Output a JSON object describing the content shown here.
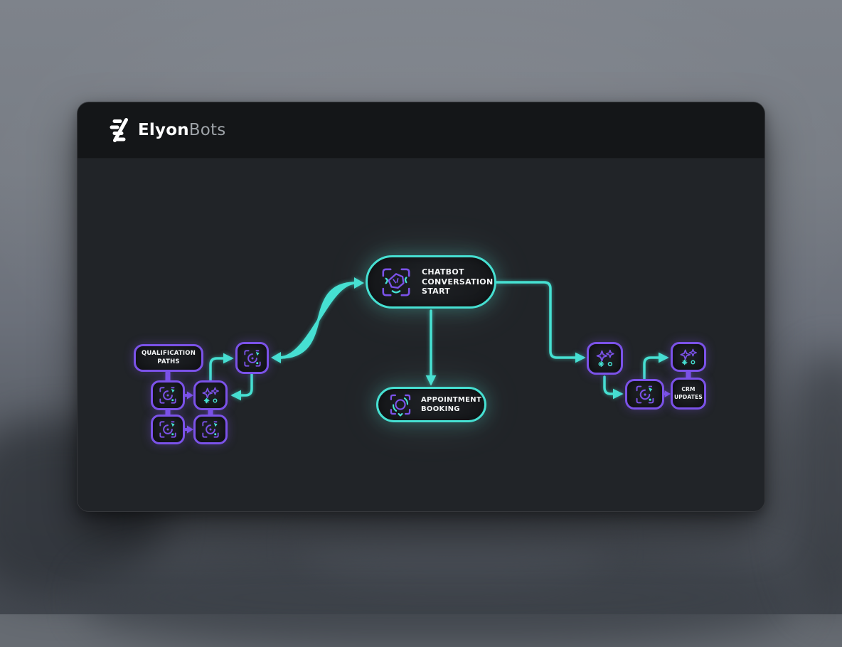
{
  "brand": {
    "logo_icon": "elyonbots-logo",
    "name_primary": "Elyon",
    "name_secondary": "Bots"
  },
  "colors": {
    "accent_cyan": "#46E0D2",
    "accent_purple": "#7B52E8",
    "card_bg": "#212428",
    "header_bg": "#141618",
    "node_bg": "#17191c",
    "text_color": "#F2F4F5",
    "brand_muted": "#9EA3A8"
  },
  "diagram": {
    "nodes": [
      {
        "id": "chatbot-conversation-start",
        "label": "CHATBOT CONVERSATION START",
        "icon": "bot-scan-icon",
        "accent": "cyan"
      },
      {
        "id": "appointment-booking",
        "label": "APPOINTMENT BOOKING",
        "icon": "sync-scan-icon",
        "accent": "cyan"
      },
      {
        "id": "qualification-paths",
        "label": "QUALIFICATION PATHS",
        "accent": "purple"
      },
      {
        "id": "crm-updates",
        "label": "CRM UPDATES",
        "accent": "purple"
      },
      {
        "id": "qualification-step-1",
        "icon": "processor-scan-icon",
        "accent": "purple"
      },
      {
        "id": "qualification-step-2",
        "icon": "sparkles-icon",
        "accent": "purple"
      },
      {
        "id": "qualification-step-3",
        "icon": "processor-scan-icon",
        "accent": "purple"
      },
      {
        "id": "qualification-step-4",
        "icon": "processor-scan-icon",
        "accent": "purple"
      },
      {
        "id": "qualification-hub",
        "icon": "processor-scan-icon",
        "accent": "purple"
      },
      {
        "id": "crm-entry",
        "icon": "sparkles-icon",
        "accent": "purple"
      },
      {
        "id": "crm-processor",
        "icon": "processor-scan-icon",
        "accent": "purple"
      },
      {
        "id": "crm-enrichment",
        "icon": "sparkles-icon",
        "accent": "purple"
      }
    ],
    "edges": [
      {
        "from": "chatbot-conversation-start",
        "to": "appointment-booking",
        "color": "cyan"
      },
      {
        "from": "chatbot-conversation-start",
        "to": "crm-entry",
        "color": "cyan"
      },
      {
        "from": "qualification-hub",
        "to": "chatbot-conversation-start",
        "color": "cyan",
        "style": "four-strand-bundle-bidirectional"
      },
      {
        "from": "qualification-step-2",
        "to": "qualification-hub",
        "color": "cyan"
      },
      {
        "from": "qualification-hub",
        "to": "qualification-step-2",
        "color": "cyan"
      },
      {
        "from": "qualification-paths",
        "to": "qualification-step-1",
        "color": "purple"
      },
      {
        "from": "qualification-step-1",
        "to": "qualification-step-2",
        "color": "purple"
      },
      {
        "from": "qualification-step-1",
        "to": "qualification-step-3",
        "color": "purple"
      },
      {
        "from": "qualification-step-2",
        "to": "qualification-step-4",
        "color": "purple"
      },
      {
        "from": "qualification-step-3",
        "to": "qualification-step-4",
        "color": "purple"
      },
      {
        "from": "crm-entry",
        "to": "crm-processor",
        "color": "cyan"
      },
      {
        "from": "crm-processor",
        "to": "crm-enrichment",
        "color": "cyan"
      },
      {
        "from": "crm-processor",
        "to": "crm-updates",
        "color": "purple"
      },
      {
        "from": "crm-enrichment",
        "to": "crm-updates",
        "color": "purple"
      }
    ]
  }
}
